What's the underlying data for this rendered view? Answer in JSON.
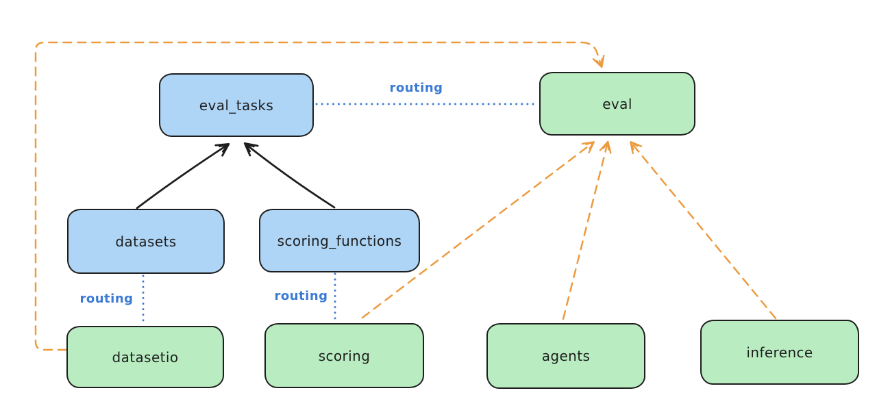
{
  "diagram": {
    "nodes": {
      "eval_tasks": {
        "label": "eval_tasks",
        "fill": "#aed5f6"
      },
      "eval": {
        "label": "eval",
        "fill": "#b9edc1"
      },
      "datasets": {
        "label": "datasets",
        "fill": "#aed5f6"
      },
      "scoring_functions": {
        "label": "scoring_functions",
        "fill": "#aed5f6"
      },
      "datasetio": {
        "label": "datasetio",
        "fill": "#b9edc1"
      },
      "scoring": {
        "label": "scoring",
        "fill": "#b9edc1"
      },
      "agents": {
        "label": "agents",
        "fill": "#b9edc1"
      },
      "inference": {
        "label": "inference",
        "fill": "#b9edc1"
      }
    },
    "edges": [
      {
        "from": "datasets",
        "to": "eval_tasks",
        "style": "solid",
        "color": "#1e1e1e",
        "arrow": true
      },
      {
        "from": "scoring_functions",
        "to": "eval_tasks",
        "style": "solid",
        "color": "#1e1e1e",
        "arrow": true
      },
      {
        "from": "eval_tasks",
        "to": "eval",
        "style": "dotted",
        "color": "#3c7bd4",
        "label": "routing"
      },
      {
        "from": "datasets",
        "to": "datasetio",
        "style": "dotted",
        "color": "#3c7bd4",
        "label": "routing"
      },
      {
        "from": "scoring_functions",
        "to": "scoring",
        "style": "dotted",
        "color": "#3c7bd4",
        "label": "routing"
      },
      {
        "from": "datasetio",
        "to": "eval",
        "style": "dashed",
        "color": "#ec9b40",
        "arrow": true
      },
      {
        "from": "scoring",
        "to": "eval",
        "style": "dashed",
        "color": "#ec9b40",
        "arrow": true
      },
      {
        "from": "agents",
        "to": "eval",
        "style": "dashed",
        "color": "#ec9b40",
        "arrow": true
      },
      {
        "from": "inference",
        "to": "eval",
        "style": "dashed",
        "color": "#ec9b40",
        "arrow": true
      }
    ],
    "colors": {
      "blue_node_fill": "#aed5f6",
      "green_node_fill": "#b9edc1",
      "node_stroke": "#1e1e1e",
      "routing_blue": "#3c7bd4",
      "dashed_orange": "#ec9b40",
      "background": "#ffffff"
    }
  }
}
